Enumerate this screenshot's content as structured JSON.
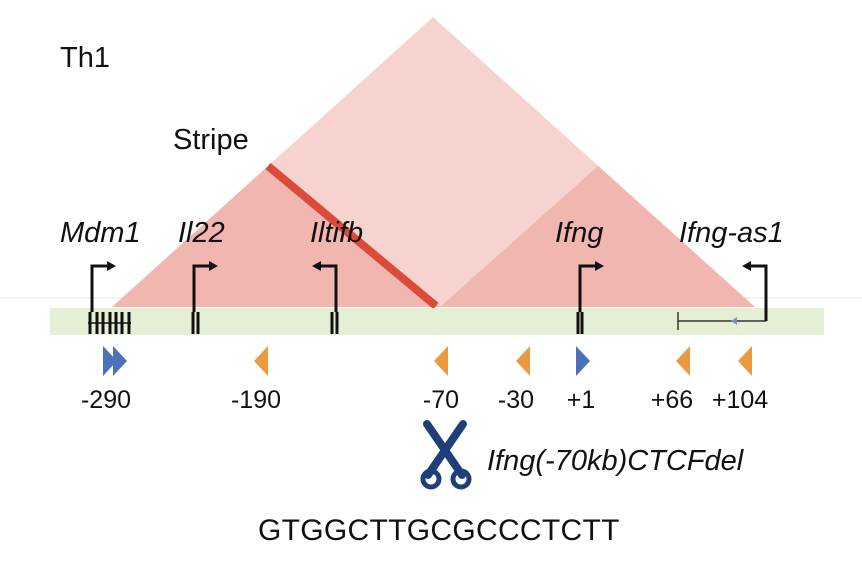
{
  "panel_label": "Th1",
  "stripe_label": "Stripe",
  "genes": [
    {
      "name": "Mdm1",
      "direction": "right"
    },
    {
      "name": "Il22",
      "direction": "right"
    },
    {
      "name": "Iltifb",
      "direction": "left"
    },
    {
      "name": "Ifng",
      "direction": "right"
    },
    {
      "name": "Ifng-as1",
      "direction": "left"
    }
  ],
  "ctcf_sites": [
    {
      "label": "-290",
      "orientation": "forward",
      "color": "#4a72b8"
    },
    {
      "label": "-190",
      "orientation": "reverse",
      "color": "#ec9a3e"
    },
    {
      "label": "-70",
      "orientation": "reverse",
      "color": "#ec9a3e"
    },
    {
      "label": "-30",
      "orientation": "reverse",
      "color": "#ec9a3e"
    },
    {
      "label": "+1",
      "orientation": "forward",
      "color": "#4a72b8"
    },
    {
      "label": "+66",
      "orientation": "reverse",
      "color": "#ec9a3e"
    },
    {
      "label": "+104",
      "orientation": "reverse",
      "color": "#ec9a3e"
    }
  ],
  "deletion_label": "Ifng(-70kb)CTCFdel",
  "guide_sequence": "GTGGCTTGCGCCCTCTT",
  "icons": {
    "deletion": "scissors-icon"
  },
  "colors": {
    "large_domain": "#f7d3d0",
    "sub_domain": "#f0aea6",
    "stripe": "#dc4a3c",
    "locus_bar": "#e5efd6",
    "forward_site": "#4a72b8",
    "reverse_site": "#ec9a3e",
    "scissors": "#1f3f7a"
  }
}
